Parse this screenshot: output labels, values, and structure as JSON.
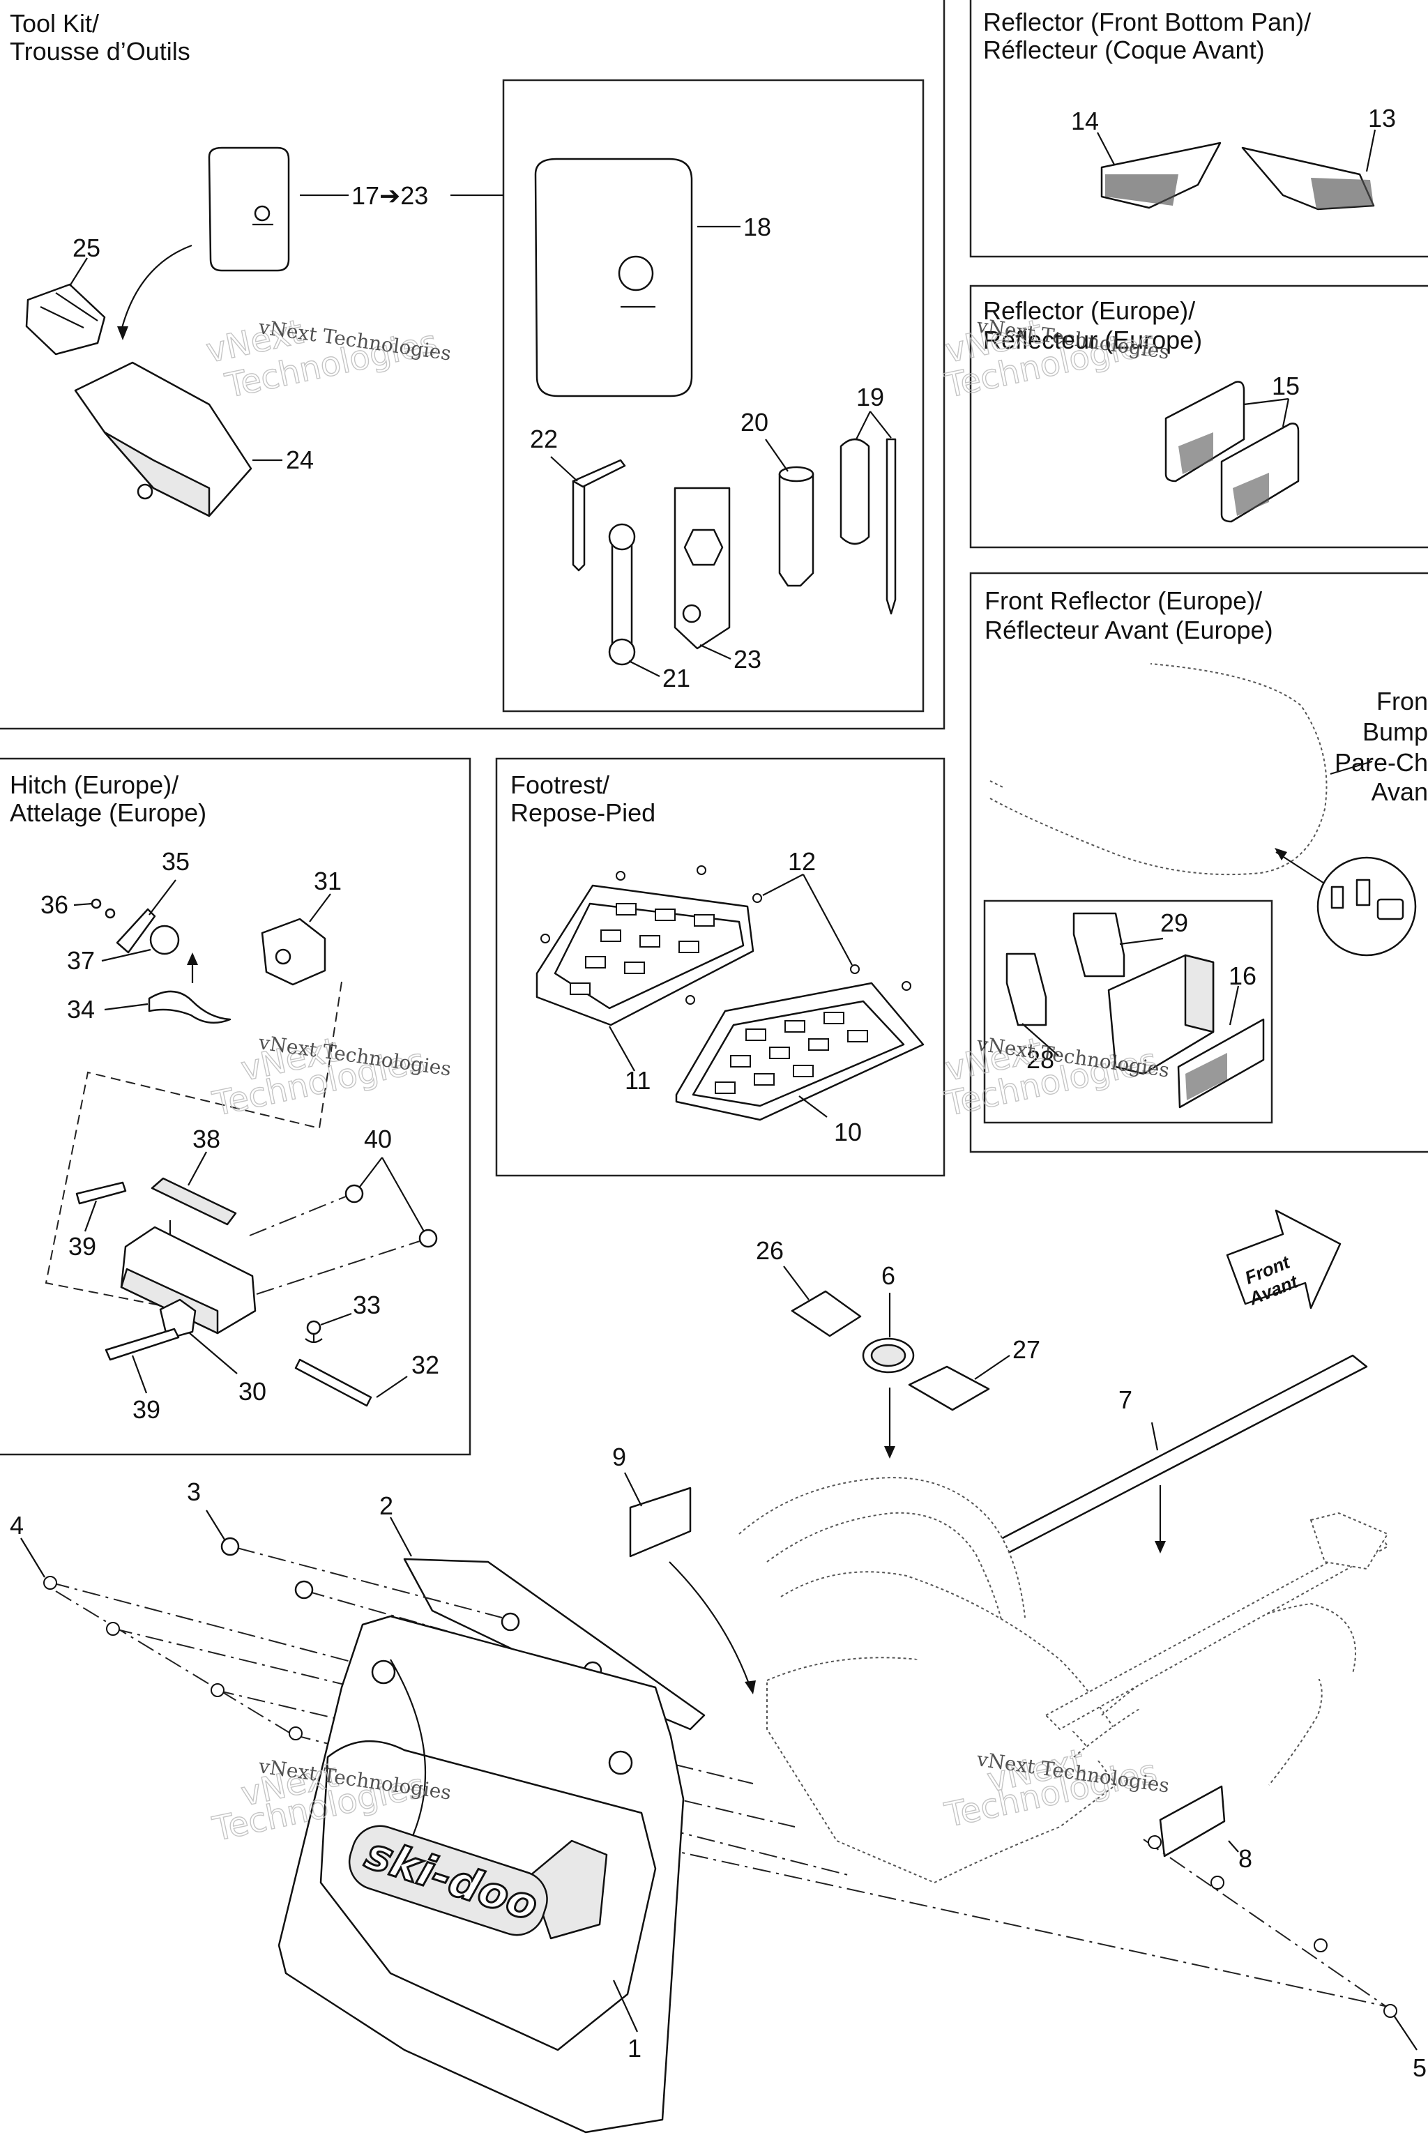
{
  "sections": {
    "tool_kit": {
      "title_line1": "Tool Kit/",
      "title_line2": "Trousse d’Outils"
    },
    "reflector_front_bottom": {
      "title_line1": "Reflector (Front Bottom Pan)/",
      "title_line2": "Réflecteur (Coque Avant)"
    },
    "reflector_europe": {
      "title_line1": "Reflector (Europe)/",
      "title_line2": "Réflecteur (Europe)"
    },
    "front_reflector_europe": {
      "title_line1": "Front Reflector (Europe)/",
      "title_line2": "Réflecteur Avant (Europe)"
    },
    "hitch_europe": {
      "title_line1": "Hitch (Europe)/",
      "title_line2": "Attelage (Europe)"
    },
    "footrest": {
      "title_line1": "Footrest/",
      "title_line2": "Repose-Pied"
    }
  },
  "bumper_note": {
    "line1": "Fron",
    "line2": "Bump",
    "line3": "Pare-Ch",
    "line4": "Avan"
  },
  "front_arrow": {
    "line1": "Front",
    "line2": "Avant"
  },
  "range_label": "17➔23",
  "watermark": {
    "line1": "vNext Technologies",
    "line2": "vNext",
    "line3": "Technologies"
  },
  "callouts": {
    "c1": "1",
    "c2": "2",
    "c3": "3",
    "c4": "4",
    "c5": "5",
    "c6": "6",
    "c7": "7",
    "c8": "8",
    "c9": "9",
    "c10": "10",
    "c11": "11",
    "c12": "12",
    "c13": "13",
    "c14": "14",
    "c15": "15",
    "c16": "16",
    "c18": "18",
    "c19": "19",
    "c20": "20",
    "c21": "21",
    "c22": "22",
    "c23": "23",
    "c24": "24",
    "c25": "25",
    "c26": "26",
    "c27": "27",
    "c28": "28",
    "c29": "29",
    "c30": "30",
    "c31": "31",
    "c32": "32",
    "c33": "33",
    "c34": "34",
    "c35": "35",
    "c36": "36",
    "c37": "37",
    "c38": "38",
    "c39a": "39",
    "c39b": "39",
    "c40": "40"
  },
  "brand_logo": "ski-doo"
}
